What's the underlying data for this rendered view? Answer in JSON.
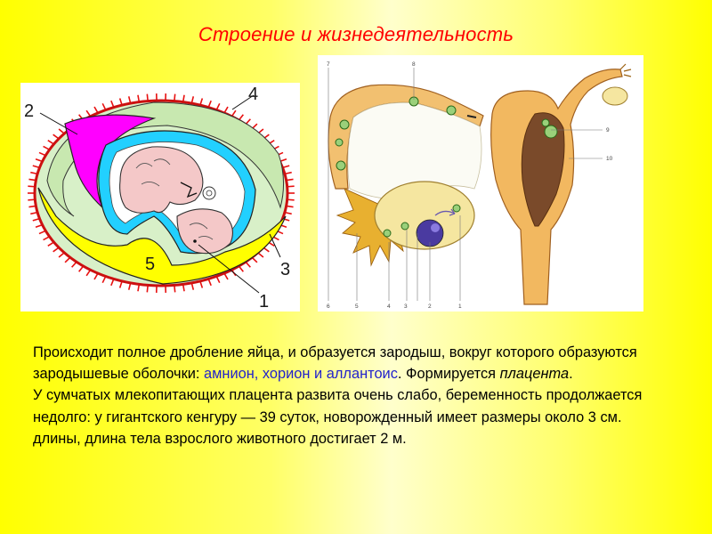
{
  "title": "Строение и жизнедеятельность",
  "egg_diagram": {
    "labels": [
      "1",
      "2",
      "3",
      "4",
      "5"
    ]
  },
  "uterus_diagram": {
    "labels": [
      "1",
      "2",
      "3",
      "4",
      "5",
      "6",
      "7",
      "8",
      "9",
      "10"
    ]
  },
  "body": {
    "p1_a": "Происходит полное дробление яйца, и образуется зародыш, вокруг которого образуются зародышевые оболочки: ",
    "p1_hl": "амнион, хорион и аллантоис",
    "p1_b": ". Формируется ",
    "p1_i": "плацента",
    "p1_c": ".",
    "p2": "У сумчатых млекопитающих плацента развита очень слабо, беременность продолжается недолго: у гигантского кенгуру — 39 суток, новорожденный имеет размеры около 3 см. длины, длина тела взрослого животного достигает 2 м."
  },
  "colors": {
    "title": "#ff0000",
    "highlight": "#2222cc",
    "amnion": "#00ccff",
    "allantois": "#ff00ff",
    "yolk": "#ffff00",
    "chorion_villi": "#ff2200",
    "embryo": "#f4c8c8"
  }
}
